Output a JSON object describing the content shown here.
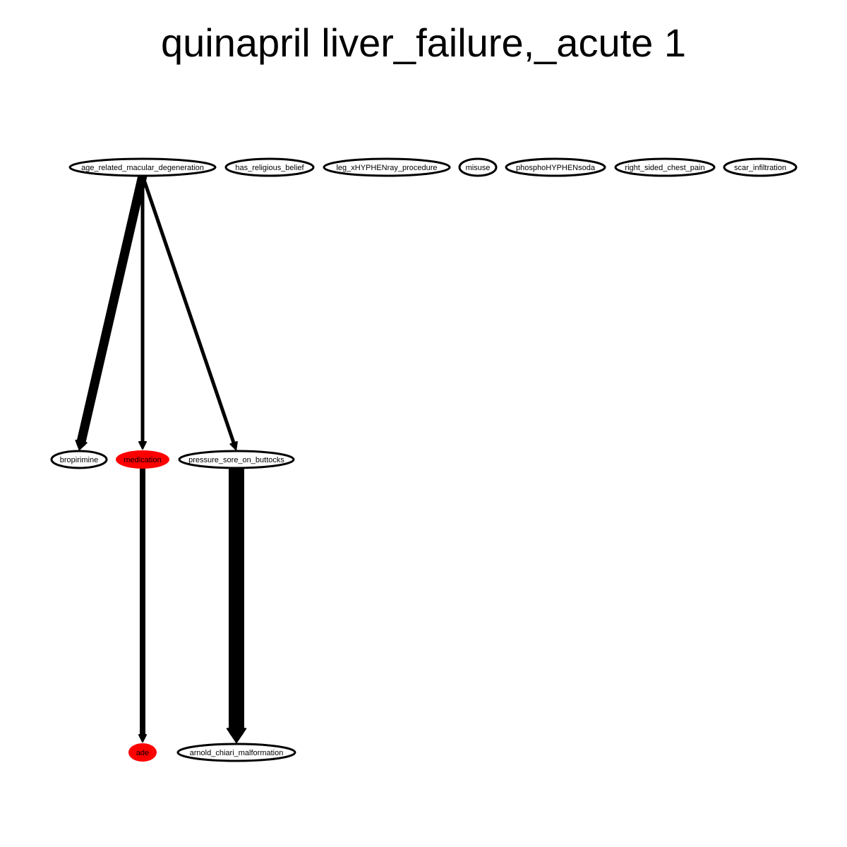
{
  "title": "quinapril liver_failure,_acute 1",
  "colors": {
    "highlight": "#ff0000",
    "stroke": "#000000",
    "fill": "#ffffff"
  },
  "nodes": [
    {
      "id": "age_related_macular_degeneration",
      "label": "age_related_macular_degeneration",
      "highlight": false
    },
    {
      "id": "has_religious_belief",
      "label": "has_religious_belief",
      "highlight": false
    },
    {
      "id": "leg_xray_procedure",
      "label": "leg_xHYPHENray_procedure",
      "highlight": false
    },
    {
      "id": "misuse",
      "label": "misuse",
      "highlight": false
    },
    {
      "id": "phosphosoda",
      "label": "phosphoHYPHENsoda",
      "highlight": false
    },
    {
      "id": "right_sided_chest_pain",
      "label": "right_sided_chest_pain",
      "highlight": false
    },
    {
      "id": "scar_infiltration",
      "label": "scar_infiltration",
      "highlight": false
    },
    {
      "id": "bropirimine",
      "label": "bropirimine",
      "highlight": false
    },
    {
      "id": "medication",
      "label": "medication",
      "highlight": true
    },
    {
      "id": "pressure_sore_on_buttocks",
      "label": "pressure_sore_on_buttocks",
      "highlight": false
    },
    {
      "id": "ade",
      "label": "ade",
      "highlight": true
    },
    {
      "id": "arnold_chiari_malformation",
      "label": "arnold_chiari_malformation",
      "highlight": false
    }
  ],
  "edges": [
    {
      "from": "age_related_macular_degeneration",
      "to": "bropirimine",
      "weight": "heavy"
    },
    {
      "from": "age_related_macular_degeneration",
      "to": "medication",
      "weight": "thin"
    },
    {
      "from": "age_related_macular_degeneration",
      "to": "pressure_sore_on_buttocks",
      "weight": "thin"
    },
    {
      "from": "medication",
      "to": "ade",
      "weight": "medium"
    },
    {
      "from": "pressure_sore_on_buttocks",
      "to": "arnold_chiari_malformation",
      "weight": "very-heavy"
    }
  ]
}
